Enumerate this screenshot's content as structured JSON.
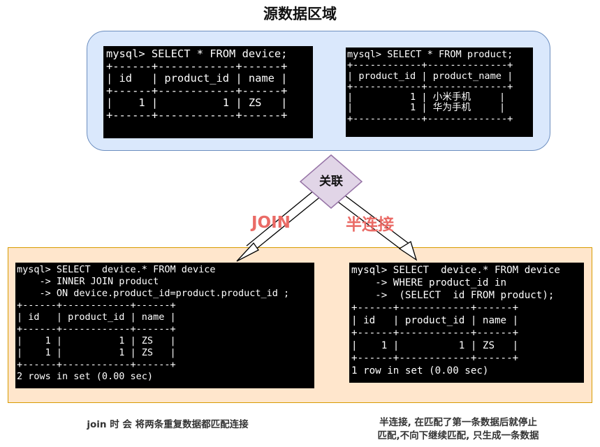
{
  "title": "源数据区域",
  "relation_label": "关联",
  "join_label": "JOIN",
  "semi_join_label": "半连接",
  "source_tables": {
    "device_query": "mysql> SELECT * FROM device;\n+------+------------+------+\n| id   | product_id | name |\n+------+------------+------+\n|    1 |          1 | ZS   |\n+------+------------+------+",
    "product_query": "mysql> SELECT * FROM product;\n+------------+--------------+\n| product_id | product_name |\n+------------+--------------+\n|          1 | 小米手机     |\n|          1 | 华为手机     |\n+------------+--------------+"
  },
  "results": {
    "join_query": "mysql> SELECT  device.* FROM device\n    -> INNER JOIN product\n    -> ON device.product_id=product.product_id ;\n+------+------------+------+\n| id   | product_id | name |\n+------+------------+------+\n|    1 |          1 | ZS   |\n|    1 |          1 | ZS   |\n+------+------------+------+\n2 rows in set (0.00 sec)",
    "semi_query": "mysql> SELECT  device.* FROM device\n    -> WHERE product_id in\n    ->  (SELECT  id FROM product);\n+------+------------+------+\n| id   | product_id | name |\n+------+------------+------+\n|    1 |          1 | ZS   |\n+------+------------+------+\n1 row in set (0.00 sec)"
  },
  "captions": {
    "join": "join 时 会 将两条重复数据都匹配连接",
    "semi_line1": "半连接, 在匹配了第一条数据后就停止",
    "semi_line2": "匹配,不向下继续匹配, 只生成一条数据"
  },
  "colors": {
    "source_fill": "#dae8fc",
    "source_stroke": "#6c8ebf",
    "result_fill": "#ffe6cc",
    "result_stroke": "#d79b00",
    "diamond_fill": "#e1d5e7",
    "diamond_stroke": "#9673a6",
    "label_red": "#ea6b66"
  }
}
